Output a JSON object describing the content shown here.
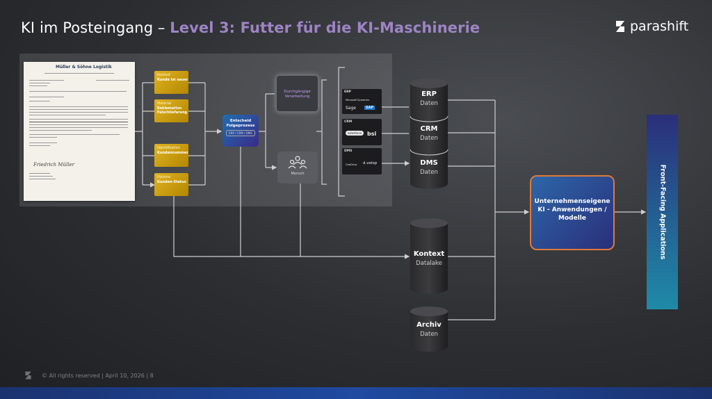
{
  "header": {
    "title_plain": "KI im Posteingang – ",
    "title_accent": "Level 3: Futter für die KI-Maschinerie",
    "brand": "parashift"
  },
  "letter": {
    "company": "Müller & Söhne Logistik",
    "signature": "Friedrich Müller"
  },
  "extract_cards": [
    {
      "category": "Kontext",
      "value": "Kunde ist sauer"
    },
    {
      "category": "Material",
      "value": "Reklamation Falschlieferung"
    },
    {
      "category": "Identifikation",
      "value": "Kundennummer"
    },
    {
      "category": "Historie",
      "value": "Kunden-Status"
    }
  ],
  "decision": {
    "title": "Entscheid Folgeprozess",
    "sub": "ERP / CRM / DMS"
  },
  "auto": {
    "label": "Durchgängige Verarbeitung"
  },
  "human": {
    "label": "Mensch"
  },
  "systems": [
    {
      "label": "ERP",
      "logos": [
        "Microsoft Dynamics",
        "Sage",
        "SAP"
      ]
    },
    {
      "label": "CRM",
      "logos": [
        "salesforce",
        "bsi"
      ]
    },
    {
      "label": "DMS",
      "logos": [
        "OneDrive",
        "d.velop"
      ]
    }
  ],
  "databases": [
    {
      "name": "ERP",
      "sub": "Daten"
    },
    {
      "name": "CRM",
      "sub": "Daten"
    },
    {
      "name": "DMS",
      "sub": "Daten"
    },
    {
      "name": "Kontext",
      "sub": "Datalake"
    },
    {
      "name": "Archiv",
      "sub": "Daten"
    }
  ],
  "ai_box": {
    "label": "Unternehmenseigene KI - Anwendungen / Modelle"
  },
  "front": {
    "label": "Front-Facing Applications"
  },
  "footer": {
    "text": "© All rights reserved | April 10, 2026 | 8"
  },
  "colors": {
    "accent": "#9e84c4",
    "gold": "#d4a514",
    "ai_border": "#e07a3a",
    "bottom_bar": "#1f4aa0"
  }
}
